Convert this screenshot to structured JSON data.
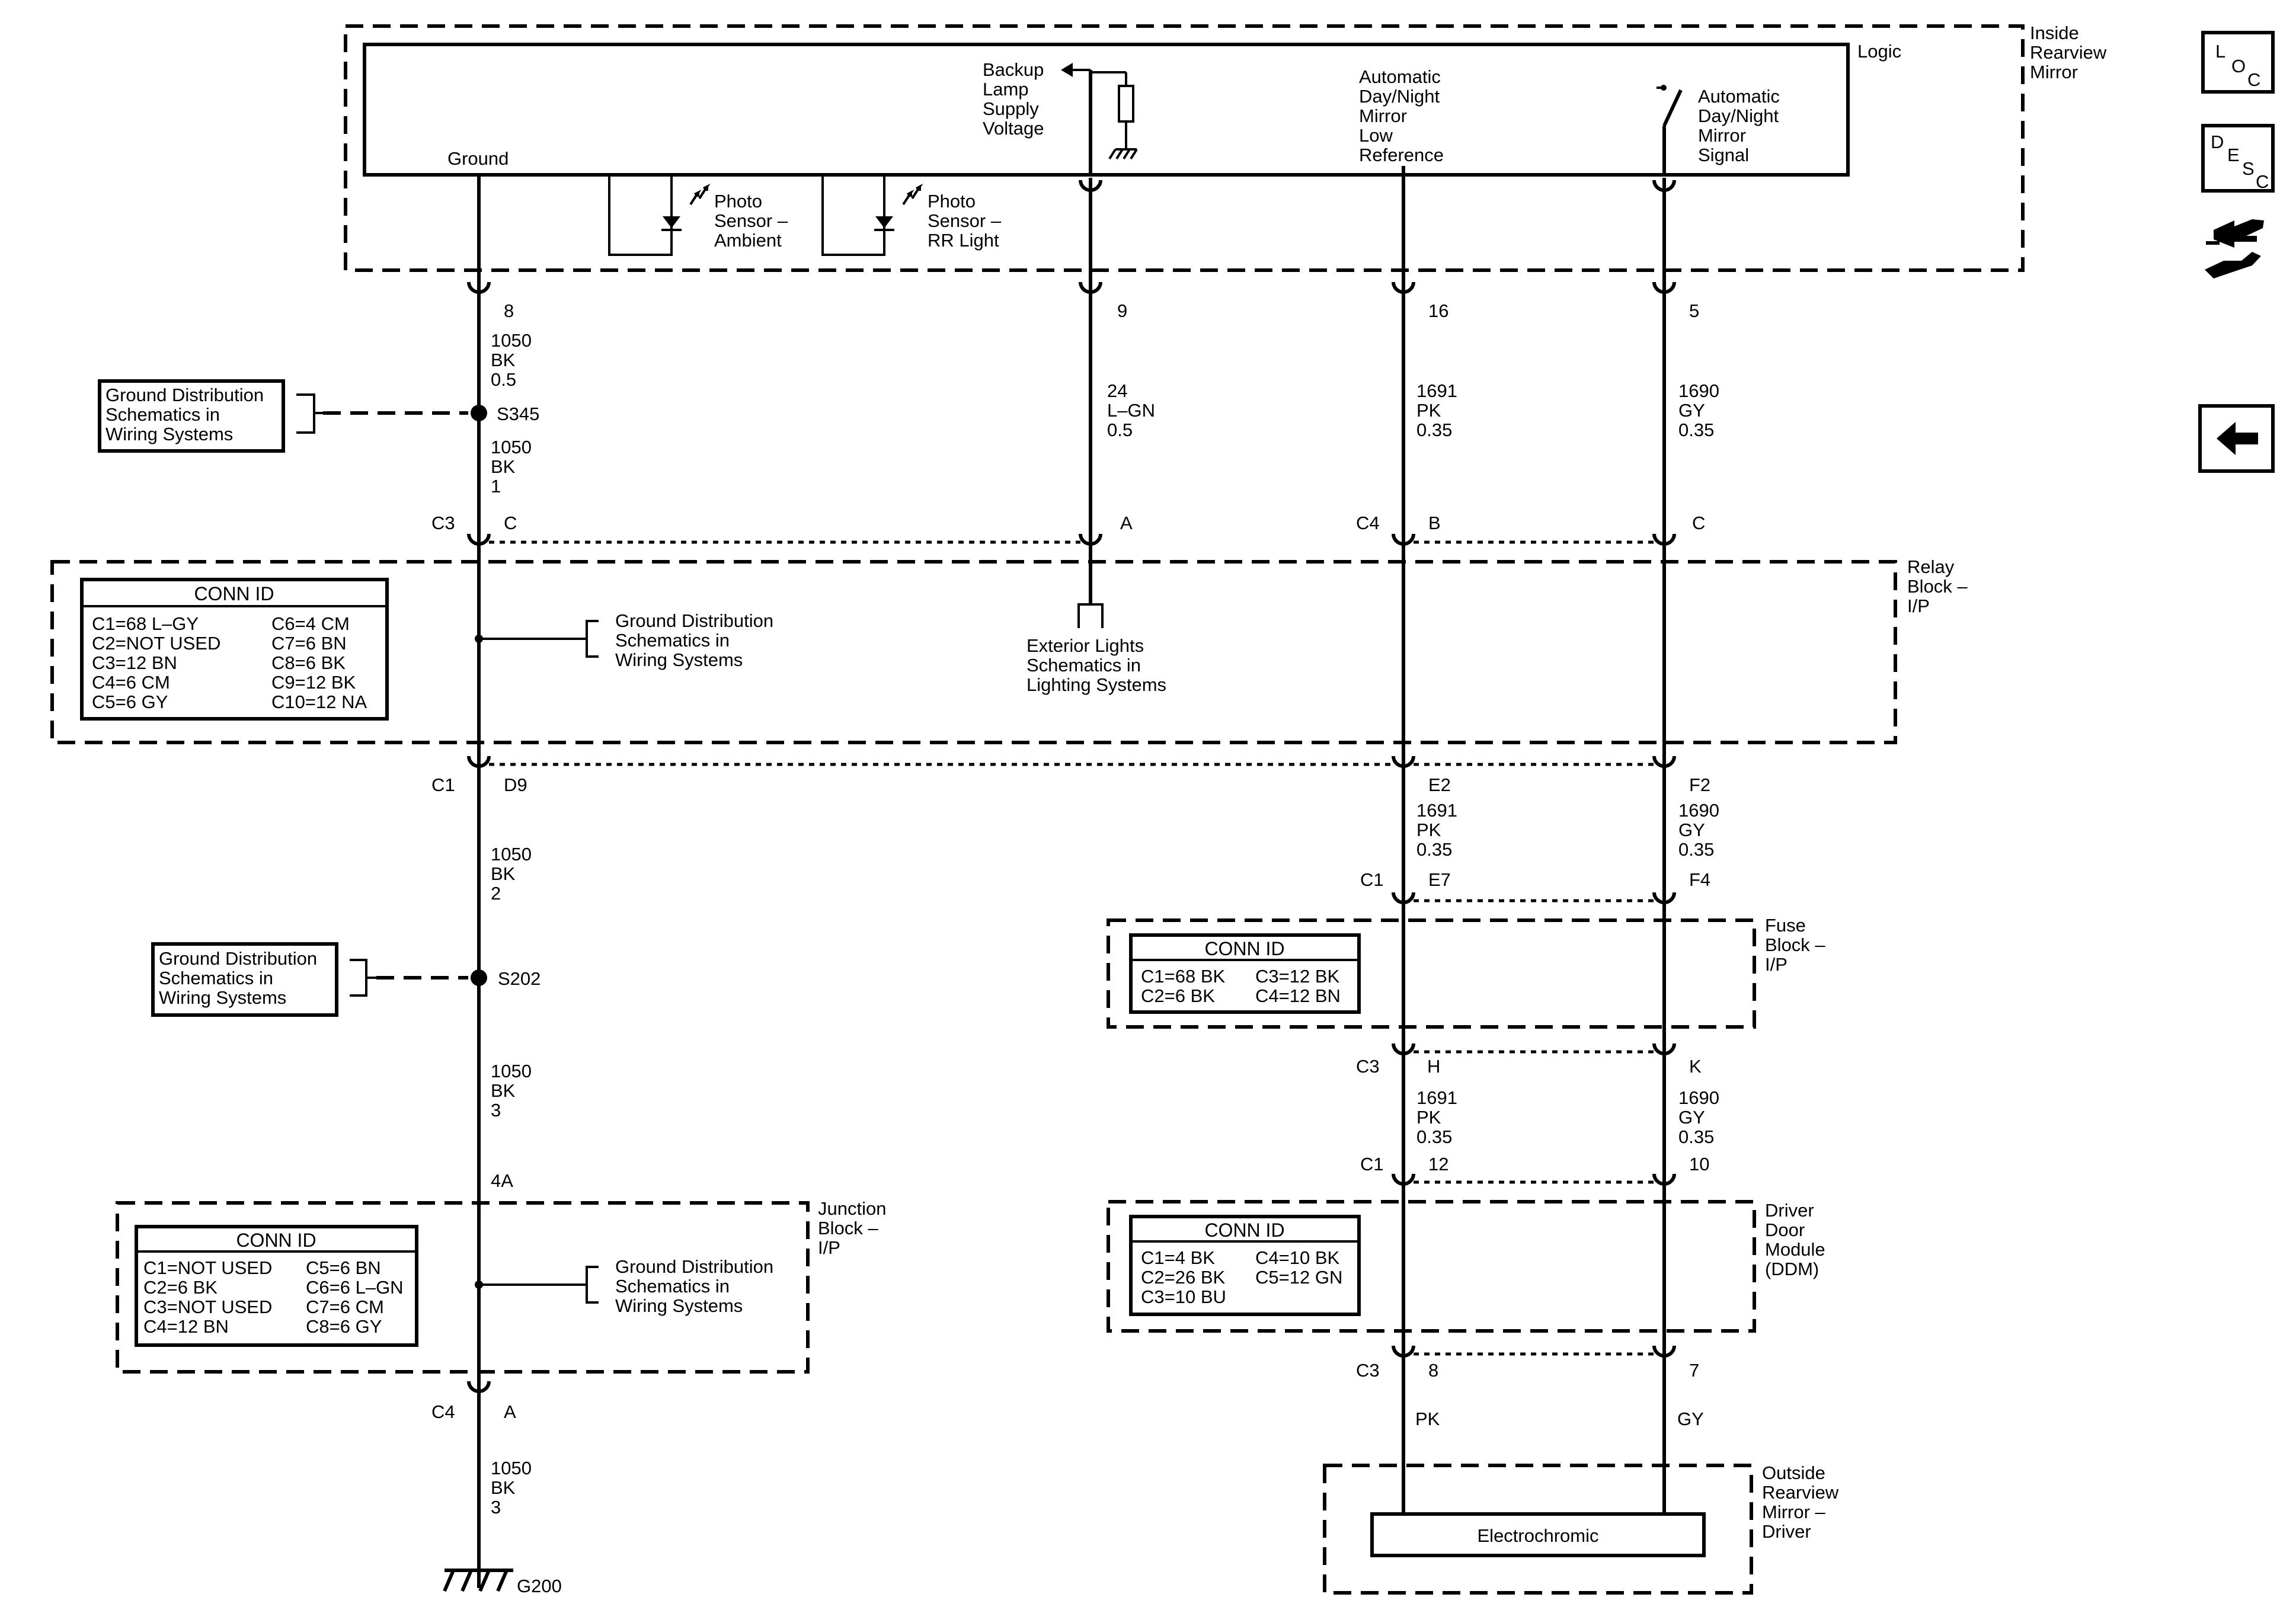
{
  "mirror": {
    "name": [
      "Inside",
      "Rearview",
      "Mirror"
    ],
    "logic": "Logic",
    "ground": "Ground",
    "backup": [
      "Backup",
      "Lamp",
      "Supply",
      "Voltage"
    ],
    "low_ref": [
      "Automatic",
      "Day/Night",
      "Mirror",
      "Low",
      "Reference"
    ],
    "signal": [
      "Automatic",
      "Day/Night",
      "Mirror",
      "Signal"
    ],
    "photo_ambient": [
      "Photo",
      "Sensor –",
      "Ambient"
    ],
    "photo_rr": [
      "Photo",
      "Sensor –",
      "RR Light"
    ]
  },
  "pins_top": {
    "ground": "8",
    "backup": "9",
    "low_ref": "16",
    "signal": "5"
  },
  "wires": {
    "w1050_05": [
      "1050",
      "BK",
      "0.5"
    ],
    "w1050_1": [
      "1050",
      "BK",
      "1"
    ],
    "w24": [
      "24",
      "L–GN",
      "0.5"
    ],
    "w1691_a": [
      "1691",
      "PK",
      "0.35"
    ],
    "w1690_a": [
      "1690",
      "GY",
      "0.35"
    ],
    "w1050_2": [
      "1050",
      "BK",
      "2"
    ],
    "w1691_b": [
      "1691",
      "PK",
      "0.35"
    ],
    "w1690_b": [
      "1690",
      "GY",
      "0.35"
    ],
    "w1050_3a": [
      "1050",
      "BK",
      "3"
    ],
    "w1691_c": [
      "1691",
      "PK",
      "0.35"
    ],
    "w1690_c": [
      "1690",
      "GY",
      "0.35"
    ],
    "w1050_3b": [
      "1050",
      "BK",
      "3"
    ],
    "pk": "PK",
    "gy": "GY"
  },
  "splices": {
    "s345": "S345",
    "s202": "S202",
    "g200": "G200"
  },
  "ground_dist": [
    "Ground Distribution",
    "Schematics in",
    "Wiring Systems"
  ],
  "exterior_lights": [
    "Exterior Lights",
    "Schematics in",
    "Lighting Systems"
  ],
  "relay_block": {
    "name": [
      "Relay",
      "Block –",
      "I/P"
    ],
    "top": {
      "c3": "C3",
      "c": "C",
      "a": "A",
      "c4": "C4",
      "b": "B",
      "c2": "C"
    },
    "bottom": {
      "c1": "C1",
      "d9": "D9",
      "e2": "E2",
      "f2": "F2"
    },
    "conn_title": "CONN ID",
    "conn_left": [
      "C1=68 L–GY",
      "C2=NOT USED",
      "C3=12 BN",
      "C4=6 CM",
      "C5=6 GY"
    ],
    "conn_right": [
      "C6=4 CM",
      "C7=6 BN",
      "C8=6 BK",
      "C9=12 BK",
      "C10=12 NA"
    ]
  },
  "fuse_block": {
    "name": [
      "Fuse",
      "Block –",
      "I/P"
    ],
    "top": {
      "c1": "C1",
      "e7": "E7",
      "f4": "F4"
    },
    "bottom": {
      "c3": "C3",
      "h": "H",
      "k": "K"
    },
    "conn_title": "CONN ID",
    "conn_left": [
      "C1=68 BK",
      "C2=6 BK"
    ],
    "conn_right": [
      "C3=12 BK",
      "C4=12 BN"
    ]
  },
  "ddm": {
    "name": [
      "Driver",
      "Door",
      "Module",
      "(DDM)"
    ],
    "top": {
      "c1": "C1",
      "p12": "12",
      "p10": "10"
    },
    "bottom": {
      "c3": "C3",
      "p8": "8",
      "p7": "7"
    },
    "conn_title": "CONN ID",
    "conn_left": [
      "C1=4 BK",
      "C2=26 BK",
      "C3=10 BU"
    ],
    "conn_right": [
      "C4=10 BK",
      "C5=12 GN"
    ]
  },
  "junction_block": {
    "name": [
      "Junction",
      "Block –",
      "I/P"
    ],
    "top": {
      "p4a": "4A"
    },
    "bottom": {
      "c4": "C4",
      "a": "A"
    },
    "conn_title": "CONN ID",
    "conn_left": [
      "C1=NOT USED",
      "C2=6 BK",
      "C3=NOT USED",
      "C4=12 BN"
    ],
    "conn_right": [
      "C5=6 BN",
      "C6=6 L–GN",
      "C7=6 CM",
      "C8=6 GY"
    ]
  },
  "outside_mirror": {
    "name": [
      "Outside",
      "Rearview",
      "Mirror –",
      "Driver"
    ],
    "component": "Electrochromic"
  },
  "nav": {
    "loc": [
      "L",
      "O",
      "C"
    ],
    "desc": [
      "D",
      "E",
      "S",
      "C"
    ]
  }
}
